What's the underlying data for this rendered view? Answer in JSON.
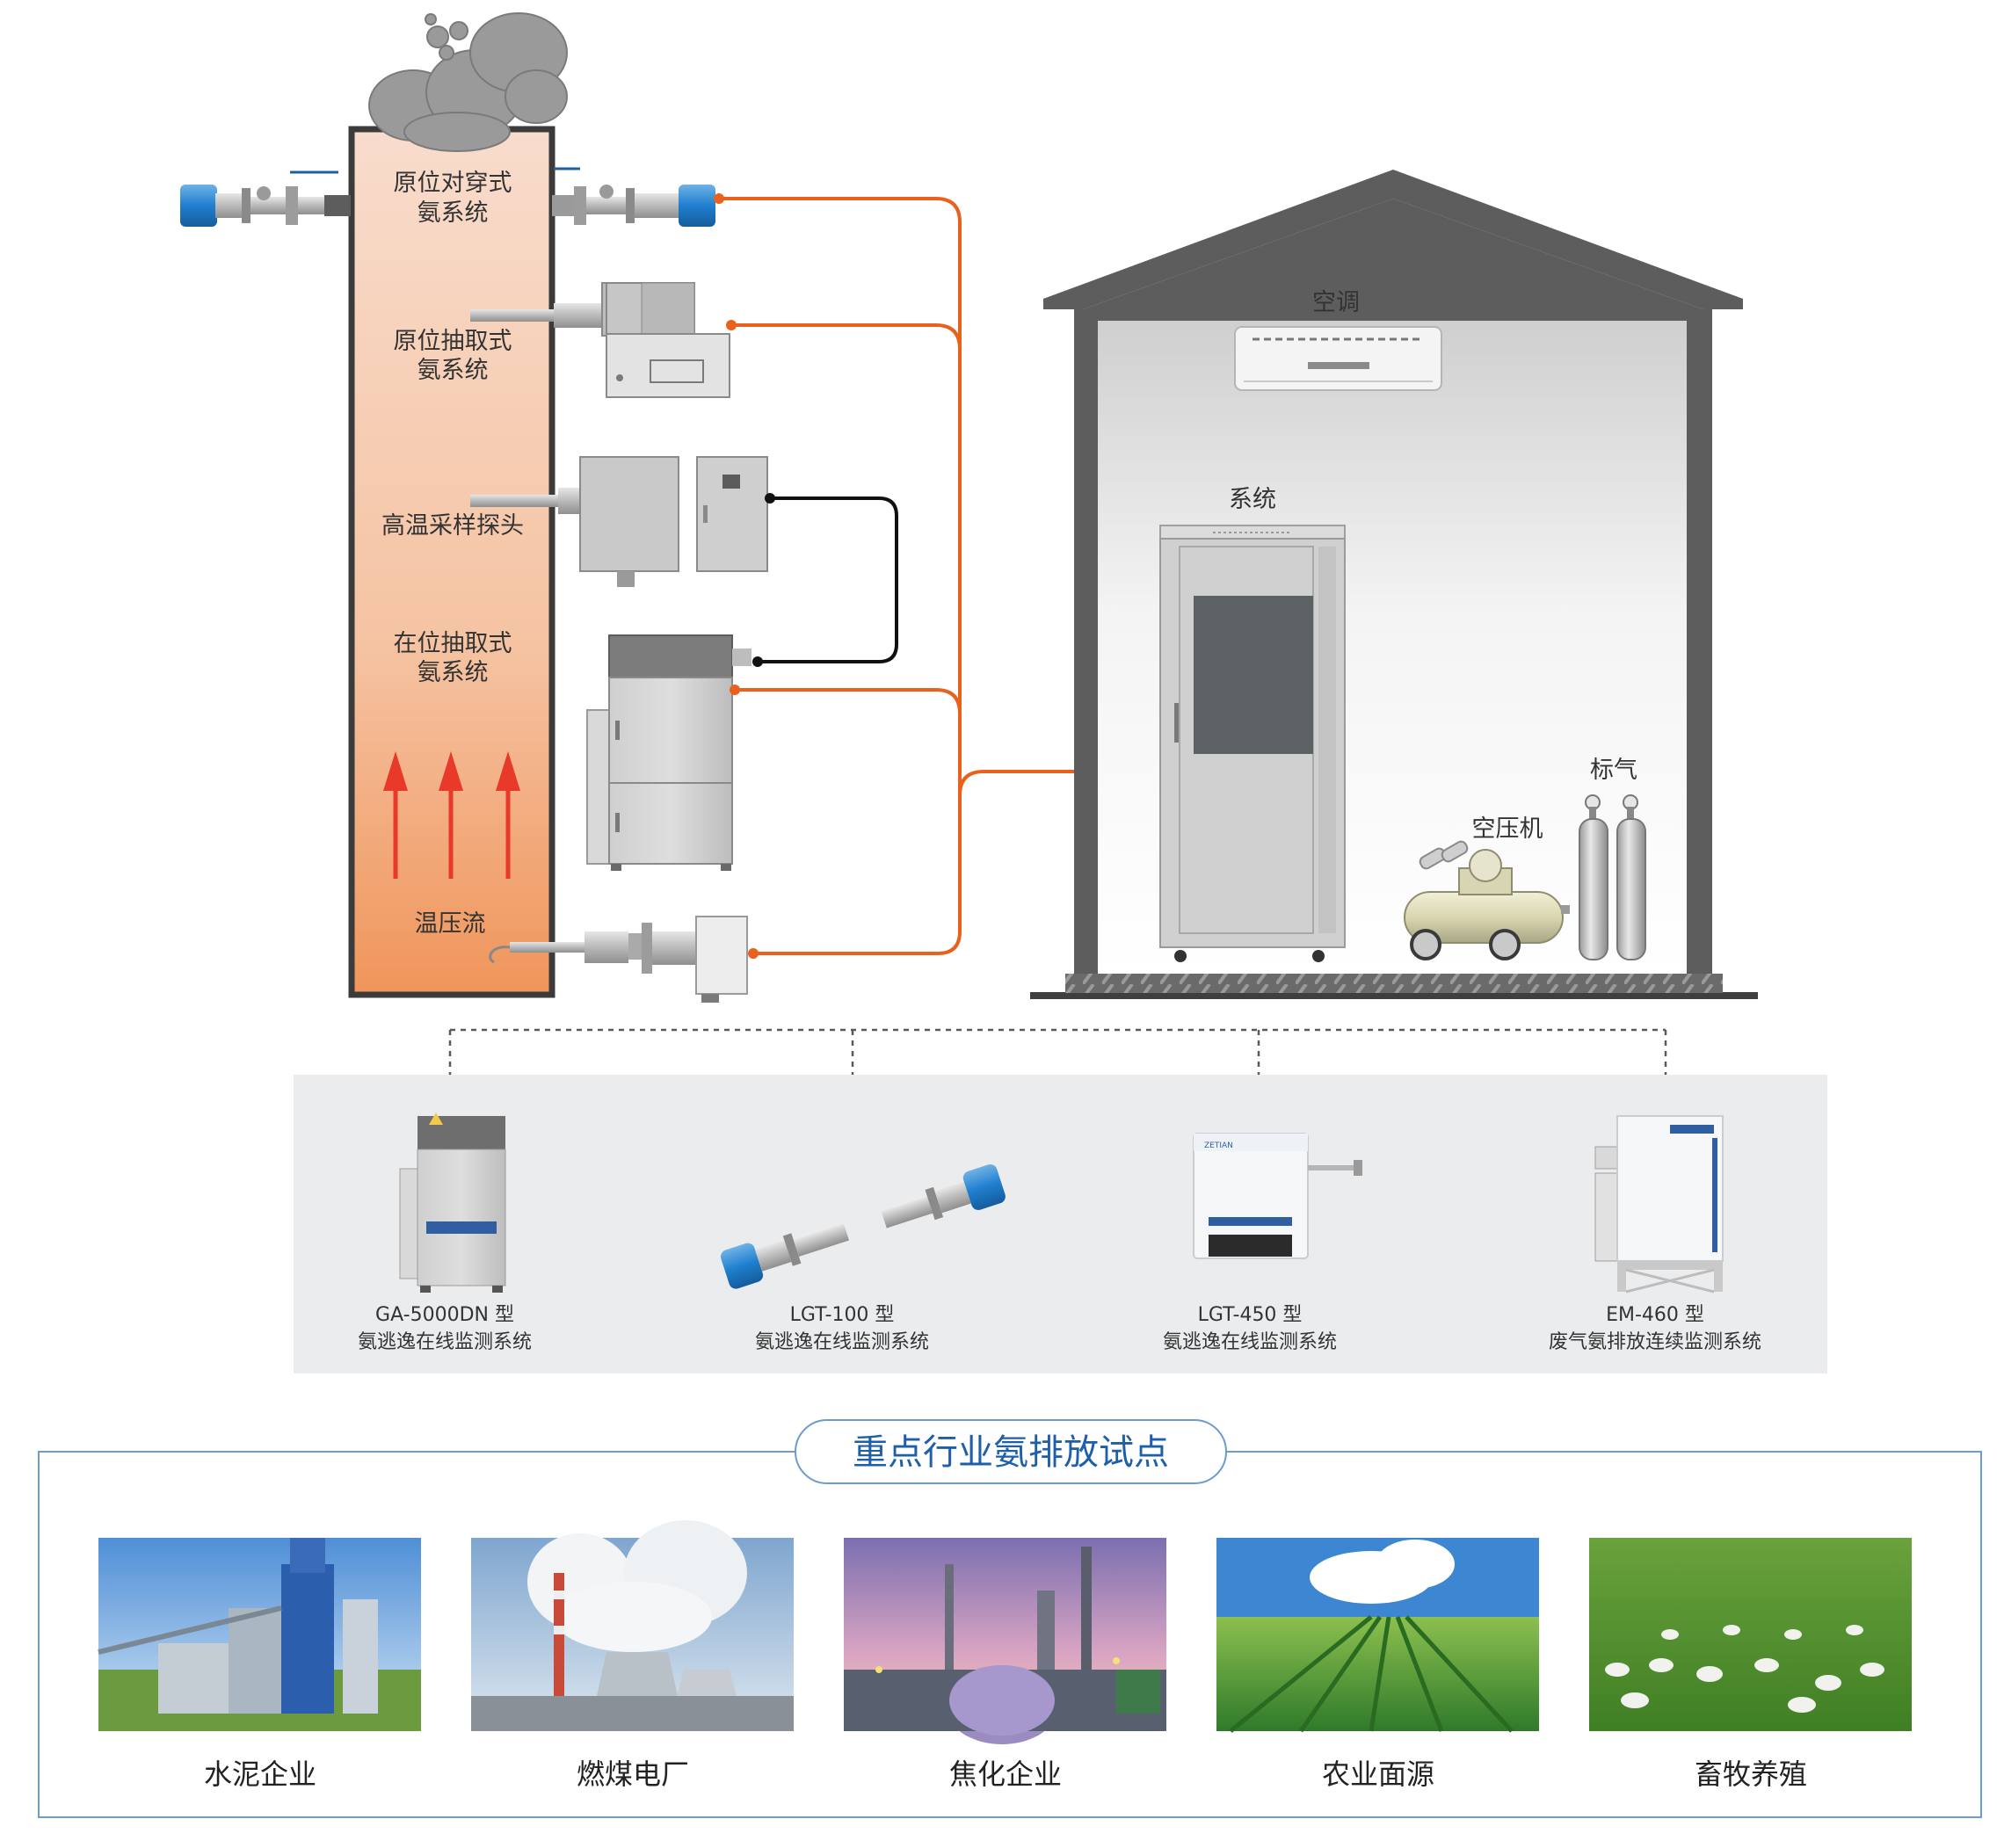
{
  "colors": {
    "accent_orange": "#e8611d",
    "title_blue": "#1d5fa8",
    "arrow_red": "#e8392a",
    "frame_blue": "#6b9ccd",
    "house_dark": "#5d5d5d"
  },
  "stack": {
    "labels": {
      "cross": [
        "原位对穿式",
        "氨系统"
      ],
      "extract": [
        "原位抽取式",
        "氨系统"
      ],
      "probe": [
        "高温采样探头"
      ],
      "insitu": [
        "在位抽取式",
        "氨系统"
      ],
      "tpf": [
        "温压流"
      ]
    }
  },
  "house": {
    "ac": "空调",
    "system": "系统",
    "compressor": "空压机",
    "std_gas": "标气"
  },
  "products": [
    {
      "model": "GA-5000DN 型",
      "desc": "氨逃逸在线监测系统"
    },
    {
      "model": "LGT-100 型",
      "desc": "氨逃逸在线监测系统"
    },
    {
      "model": "LGT-450 型",
      "desc": "氨逃逸在线监测系统"
    },
    {
      "model": "EM-460 型",
      "desc": "废气氨排放连续监测系统"
    }
  ],
  "pilot": {
    "title": "重点行业氨排放试点",
    "industries": [
      "水泥企业",
      "燃煤电厂",
      "焦化企业",
      "农业面源",
      "畜牧养殖"
    ]
  }
}
